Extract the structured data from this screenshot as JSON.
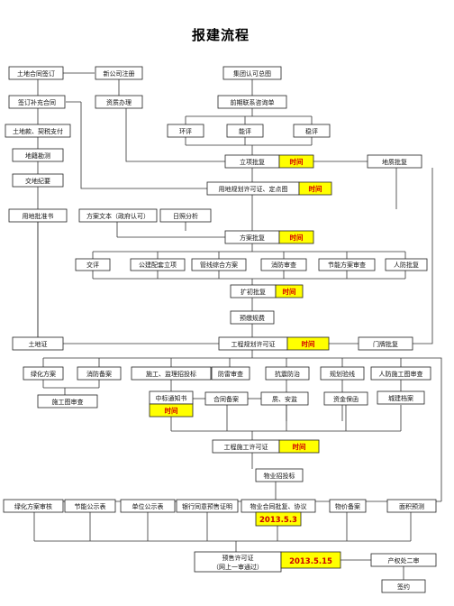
{
  "title": "报建流程",
  "nodes": {
    "land_contract": "土地合同签订",
    "new_company": "新公司注册",
    "group_approval": "集团认可总图",
    "supplement_contract": "签订补充合同",
    "qualification": "资质办理",
    "pre_consult": "前期联系咨询单",
    "env": "环评",
    "energy": "能评",
    "stable": "稳评",
    "land_payment": "土地款、契税支付",
    "land_survey": "地籍勘测",
    "land_handover": "交地纪要",
    "project_approval": "立项批复",
    "time_1": "时间",
    "geo_approval": "地质批复",
    "planning_permit_site": "用地规划许可证、定点图",
    "time_2": "时间",
    "land_use_prep": "用地批准书",
    "scheme_text": "方案文本（政府认可）",
    "sunlight": "日照分析",
    "scheme_approval": "方案批复",
    "time_3": "时间",
    "traffic": "交评",
    "public_facility": "公建配套立项",
    "pipeline": "管线综合方案",
    "fire_review": "消防审查",
    "energy_scheme": "节能方案审查",
    "civil_defense": "人防批复",
    "expansion_approval": "扩初批复",
    "time_4": "时间",
    "prepaid_fees": "预缴规费",
    "land_cert": "土地证",
    "planning_permit": "工程规划许可证",
    "time_5": "时间",
    "gate_approval": "门牌批复",
    "greening": "绿化方案",
    "fire_filing": "消防备案",
    "construction_bid": "施工、监理招投标",
    "anti_lightning": "防雷审查",
    "earthquake": "抗震防治",
    "planning_check": "规划验线",
    "civil_defense_drawing": "人防施工图审查",
    "drawing_review": "施工图审查",
    "bid_notice": "中标通知书",
    "time_6": "时间",
    "contract_filing": "合同备案",
    "quality_safety": "质、安监",
    "fund_guarantee": "资金保函",
    "urban_archive": "城建档案",
    "construction_permit": "工程施工许可证",
    "time_7": "时间",
    "property_bidding": "物业招投标",
    "green_review": "绿化方案审核",
    "energy_notice": "节能公示表",
    "info_notice": "单位公示表",
    "bank_proof": "银行同意预售证明",
    "property_contract": "物业合同批复、协议",
    "date_1": "2013.5.3",
    "property_filing": "物价备案",
    "area_survey": "面积预测",
    "presale_permit": "预售许可证",
    "presale_note": "（网上一审通过）",
    "date_2": "2013.5.15",
    "property_second": "产权处二审",
    "signing": "签约"
  }
}
